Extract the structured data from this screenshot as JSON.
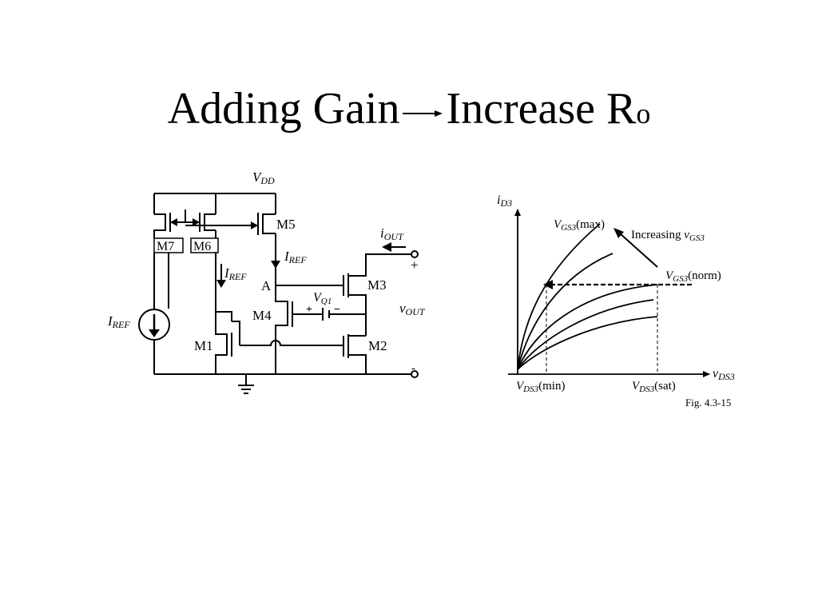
{
  "title": {
    "part1": "Adding Gain",
    "part2": "Increase R",
    "subscript": "o"
  },
  "circuit": {
    "vdd": {
      "main": "V",
      "sub": "DD"
    },
    "iref_source": {
      "main": "I",
      "sub": "REF"
    },
    "iref_left": {
      "main": "I",
      "sub": "REF"
    },
    "iref_right": {
      "main": "I",
      "sub": "REF"
    },
    "iout": {
      "main": "i",
      "sub": "OUT"
    },
    "vout": {
      "main": "v",
      "sub": "OUT"
    },
    "vq1": {
      "main": "V",
      "sub": "Q1"
    },
    "plus": "+",
    "minus": "-",
    "cap_plus": "+",
    "cap_minus": "−",
    "node_a": "A",
    "m1": "M1",
    "m2": "M2",
    "m3": "M3",
    "m4": "M4",
    "m5": "M5",
    "m6": "M6",
    "m7": "M7"
  },
  "graph": {
    "y_axis": {
      "main": "i",
      "sub": "D3"
    },
    "x_axis": {
      "main": "v",
      "sub": "DS3"
    },
    "vgs_max": {
      "main": "V",
      "sub": "GS3",
      "suffix": "(max)"
    },
    "vgs_norm": {
      "main": "V",
      "sub": "GS3",
      "suffix": "(norm)"
    },
    "increasing": {
      "prefix": "Increasing ",
      "main": "v",
      "sub": "GS3"
    },
    "vds_min": {
      "main": "V",
      "sub": "DS3",
      "suffix": "(min)"
    },
    "vds_sat": {
      "main": "V",
      "sub": "DS3",
      "suffix": "(sat)"
    },
    "fig_label": "Fig. 4.3-15"
  }
}
